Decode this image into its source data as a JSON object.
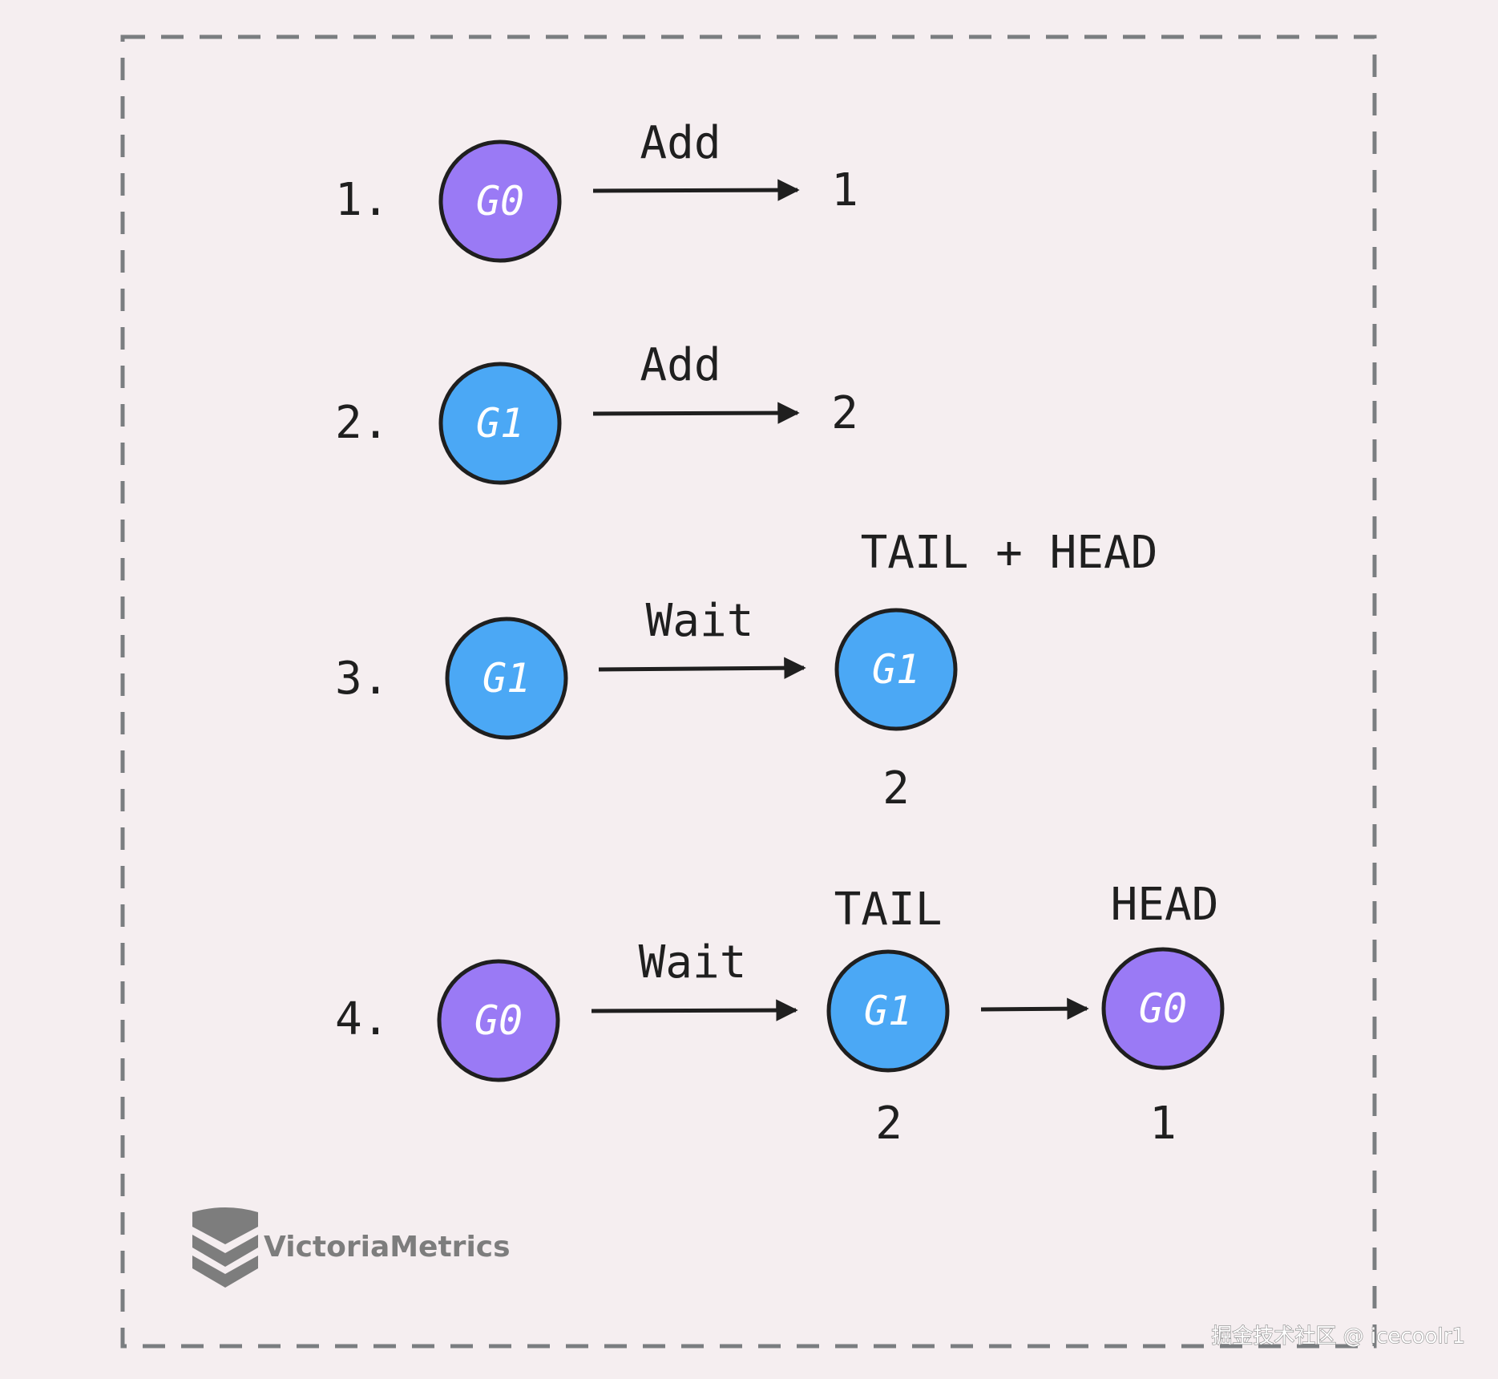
{
  "colors": {
    "background": "#f5eef0",
    "frame_dash": "#7a7d80",
    "node_purple": "#9a7af5",
    "node_blue": "#4ba8f5",
    "node_outline": "#1f1f1f",
    "arrow": "#1f1f1f",
    "logo_gray": "#7d7d7d"
  },
  "steps": [
    {
      "number": "1.",
      "source": {
        "label": "G0",
        "color": "purple"
      },
      "operation": "Add",
      "result_value": "1"
    },
    {
      "number": "2.",
      "source": {
        "label": "G1",
        "color": "blue"
      },
      "operation": "Add",
      "result_value": "2"
    },
    {
      "number": "3.",
      "source": {
        "label": "G1",
        "color": "blue"
      },
      "operation": "Wait",
      "queue_tag": "TAIL + HEAD",
      "queue_node": {
        "label": "G1",
        "color": "blue",
        "value": "2"
      }
    },
    {
      "number": "4.",
      "source": {
        "label": "G0",
        "color": "purple"
      },
      "operation": "Wait",
      "tail_tag": "TAIL",
      "tail_node": {
        "label": "G1",
        "color": "blue",
        "value": "2"
      },
      "head_tag": "HEAD",
      "head_node": {
        "label": "G0",
        "color": "purple",
        "value": "1"
      }
    }
  ],
  "brand": {
    "name": "VictoriaMetrics",
    "icon": "victoriametrics-logo-icon"
  },
  "watermark": "掘金技术社区 @ icecoolr1"
}
